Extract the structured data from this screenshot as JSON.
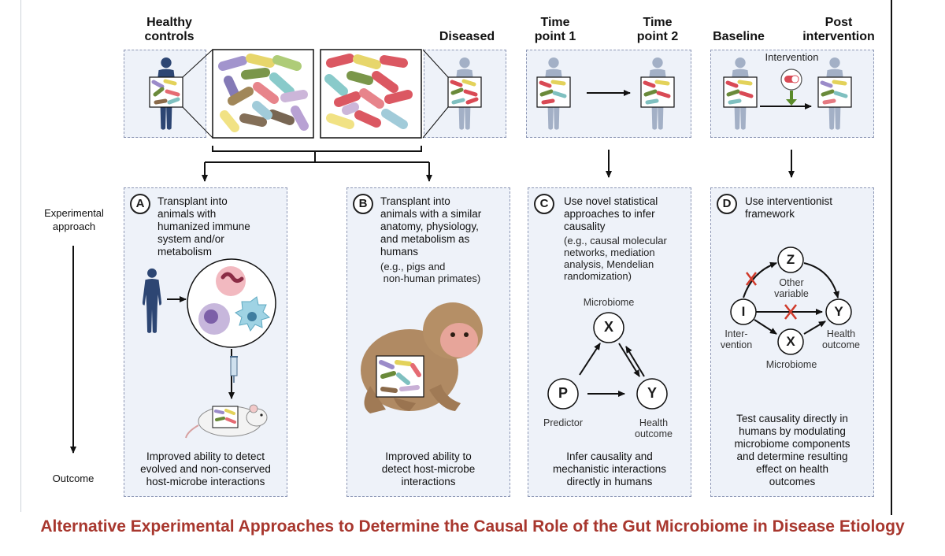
{
  "headers": {
    "healthy_controls": "Healthy\ncontrols",
    "diseased": "Diseased",
    "time_point_1": "Time\npoint 1",
    "time_point_2": "Time\npoint 2",
    "baseline": "Baseline",
    "post_intervention": "Post\nintervention",
    "intervention": "Intervention"
  },
  "side_labels": {
    "experimental_approach": "Experimental\napproach",
    "outcome": "Outcome"
  },
  "panels": [
    {
      "badge": "A",
      "title": "Transplant into\nanimals with\nhumanized immune\nsystem and/or\nmetabolism",
      "note": "",
      "outcome": "Improved ability to detect\nevolved and non-conserved\nhost-microbe interactions"
    },
    {
      "badge": "B",
      "title": "Transplant into\nanimals with a similar\nanatomy, physiology,\nand metabolism as\nhumans",
      "note": "(e.g., pigs and\n non-human primates)",
      "outcome": "Improved ability to\ndetect host-microbe\ninteractions"
    },
    {
      "badge": "C",
      "title": "Use novel statistical\napproaches to infer\ncausality",
      "note": "(e.g., causal molecular\nnetworks, mediation\nanalysis, Mendelian\nrandomization)",
      "outcome": "Infer causality and\nmechanistic interactions\ndirectly in humans"
    },
    {
      "badge": "D",
      "title": "Use interventionist\nframework",
      "note": "",
      "outcome": "Test causality directly in\nhumans by modulating\nmicrobiome components\nand determine resulting\neffect on health\noutcomes"
    }
  ],
  "graph_c": {
    "nodes": {
      "x": "X",
      "p": "P",
      "y": "Y"
    },
    "labels": {
      "microbiome": "Microbiome",
      "predictor": "Predictor",
      "health_outcome": "Health\noutcome"
    }
  },
  "graph_d": {
    "nodes": {
      "z": "Z",
      "i": "I",
      "y": "Y",
      "x": "X"
    },
    "labels": {
      "other_variable": "Other\nvariable",
      "intervention": "Inter-\nvention",
      "health_outcome": "Health\noutcome",
      "microbiome": "Microbiome"
    }
  },
  "caption": "Alternative Experimental Approaches to Determine the Causal Role of the Gut Microbiome in Disease Etiology",
  "colors": {
    "panel_bg": "#eef2f9",
    "panel_border": "#8d97b5",
    "healthy_figure": "#2d4673",
    "diseased_figure": "#a3b0c6",
    "caption": "#a8372e",
    "cross": "#d03a2b"
  }
}
